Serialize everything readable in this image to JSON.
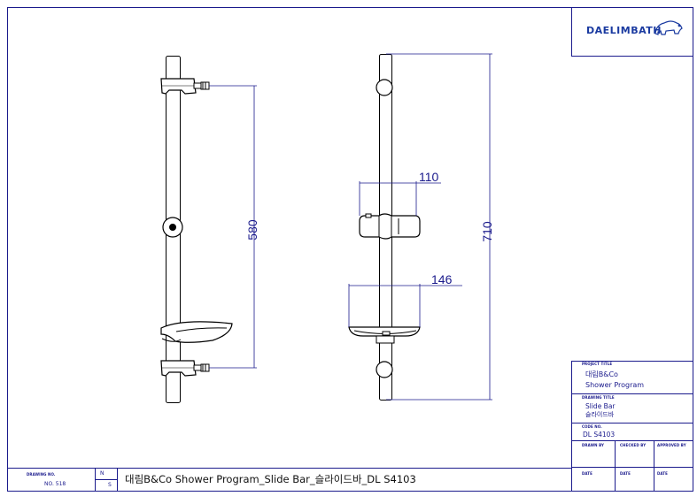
{
  "logo": {
    "text": "DAELIMBATH"
  },
  "dimensions": {
    "d580": "580",
    "d710": "710",
    "d110": "110",
    "d146": "146"
  },
  "title_block": {
    "project_title_label": "PROJECT TITLE",
    "project_title_line1": "대림B&Co",
    "project_title_line2": "Shower Program",
    "drawing_title_label": "DRAWING TITLE",
    "drawing_title_line1": "Slide Bar",
    "drawing_title_line2": "슬라이드바",
    "code_no_label": "CODE NO.",
    "code_no_value": "DL S4103",
    "drawn_by_label": "DRAWN BY",
    "checked_by_label": "CHECKED BY",
    "approved_by_label": "APPROVED BY",
    "date_label": "DATE"
  },
  "bottom_bar": {
    "drawing_no_label": "DRAWING NO.",
    "drawing_no_value": "NO. 518",
    "ns_n": "N",
    "ns_s": "S",
    "title": "대림B&Co Shower Program_Slide Bar_슬라이드바_DL S4103"
  }
}
